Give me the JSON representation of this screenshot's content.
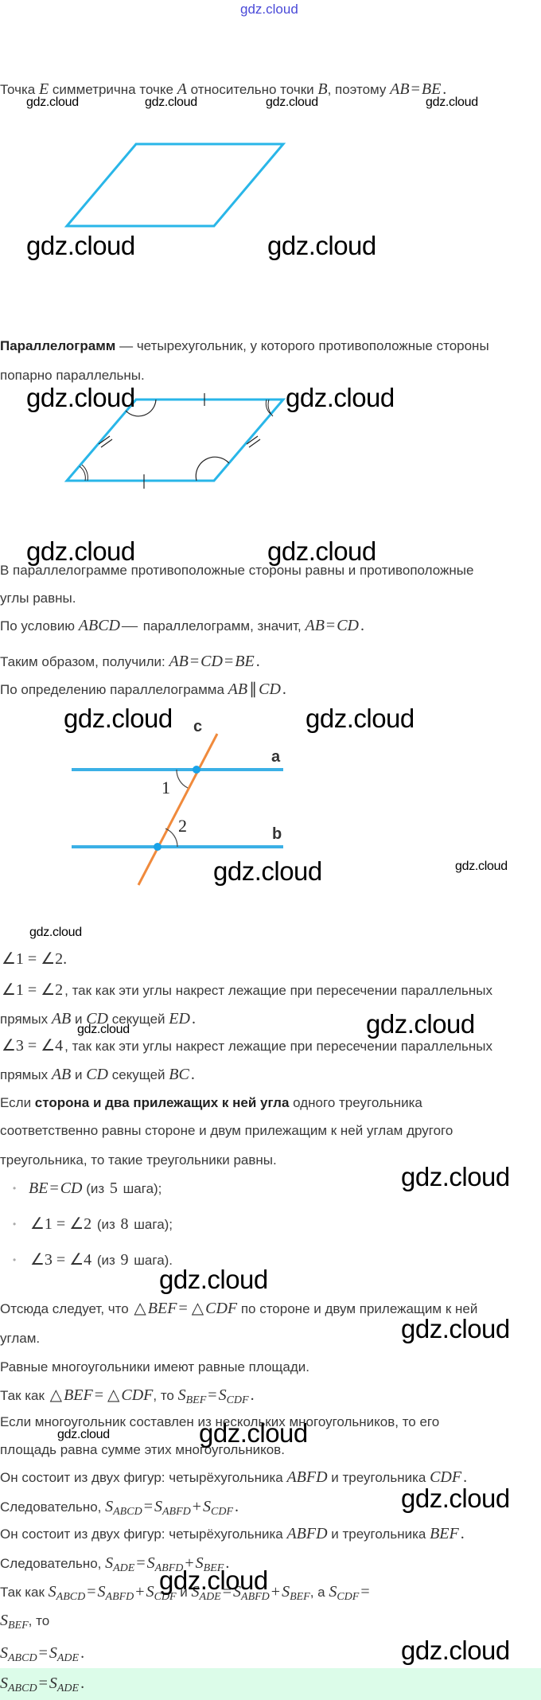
{
  "header": {
    "watermark_link": "gdz.cloud"
  },
  "watermark_text": "gdz.cloud",
  "colors": {
    "figure": "#29b6e8",
    "secant": "#f08a3c",
    "highlight": "#dcfce9"
  },
  "diagram_parallel_lines": {
    "label_c": "c",
    "label_a": "a",
    "label_b": "b",
    "angle_1": "1",
    "angle_2": "2"
  },
  "lines": [
    [
      [
        "t",
        "Точка "
      ],
      [
        "m",
        "E"
      ],
      [
        "t",
        " симметрична точке "
      ],
      [
        "m",
        "A"
      ],
      [
        "t",
        " относительно точки "
      ],
      [
        "m",
        "B"
      ],
      [
        "t",
        ", поэтому "
      ],
      [
        "m",
        "AB"
      ],
      [
        "o",
        "="
      ],
      [
        "m",
        "BE"
      ],
      [
        "o",
        "."
      ]
    ],
    [
      [
        "b",
        "Параллелограмм"
      ],
      [
        "t",
        " — четырехугольник, у которого противоположные стороны"
      ]
    ],
    [
      [
        "t",
        "попарно параллельны."
      ]
    ],
    [
      [
        "t",
        "В параллелограмме противоположные стороны равны и противоположные"
      ]
    ],
    [
      [
        "t",
        "углы равны."
      ]
    ],
    [
      [
        "t",
        "По условию "
      ],
      [
        "m",
        "ABCD"
      ],
      [
        "o",
        "—"
      ],
      [
        "t",
        " параллелограмм, значит, "
      ],
      [
        "m",
        "AB"
      ],
      [
        "o",
        "="
      ],
      [
        "m",
        "CD"
      ],
      [
        "o",
        "."
      ]
    ],
    [
      [
        "t",
        "Таким образом, получили: "
      ],
      [
        "m",
        "AB"
      ],
      [
        "o",
        "="
      ],
      [
        "m",
        "CD"
      ],
      [
        "o",
        "="
      ],
      [
        "m",
        "BE"
      ],
      [
        "o",
        "."
      ]
    ],
    [
      [
        "t",
        "По определению параллелограмма "
      ],
      [
        "m",
        "AB"
      ],
      [
        "o",
        "∥"
      ],
      [
        "m",
        "CD"
      ],
      [
        "o",
        "."
      ]
    ],
    [
      [
        "o",
        "∠1 = ∠2."
      ]
    ],
    [
      [
        "o",
        "∠1 = ∠2"
      ],
      [
        "t",
        ", так как эти углы накрест лежащие при пересечении параллельных"
      ]
    ],
    [
      [
        "t",
        "прямых "
      ],
      [
        "m",
        "AB"
      ],
      [
        "t",
        " и "
      ],
      [
        "m",
        "CD"
      ],
      [
        "t",
        " секущей "
      ],
      [
        "m",
        "ED"
      ],
      [
        "o",
        "."
      ]
    ],
    [
      [
        "o",
        "∠3 = ∠4"
      ],
      [
        "t",
        ", так как эти углы накрест лежащие при пересечении параллельных"
      ]
    ],
    [
      [
        "t",
        "прямых "
      ],
      [
        "m",
        "AB"
      ],
      [
        "t",
        " и "
      ],
      [
        "m",
        "CD"
      ],
      [
        "t",
        " секущей "
      ],
      [
        "m",
        "BC"
      ],
      [
        "o",
        "."
      ]
    ],
    [
      [
        "t",
        "Если "
      ],
      [
        "b",
        "сторона и два прилежащих к ней угла"
      ],
      [
        "t",
        " одного треугольника"
      ]
    ],
    [
      [
        "t",
        "соответственно равны стороне и двум прилежащим к ней углам другого"
      ]
    ],
    [
      [
        "t",
        "треугольника, то такие треугольники равны."
      ]
    ],
    [
      [
        "m",
        "BE"
      ],
      [
        "o",
        "="
      ],
      [
        "m",
        "CD"
      ],
      [
        "t",
        " (из "
      ],
      [
        "o",
        "5"
      ],
      [
        "t",
        " шага);"
      ]
    ],
    [
      [
        "o",
        "∠1 = ∠2"
      ],
      [
        "t",
        " (из "
      ],
      [
        "o",
        "8"
      ],
      [
        "t",
        " шага);"
      ]
    ],
    [
      [
        "o",
        "∠3 = ∠4"
      ],
      [
        "t",
        " (из "
      ],
      [
        "o",
        "9"
      ],
      [
        "t",
        " шага)."
      ]
    ],
    [
      [
        "t",
        "Отсюда следует, что "
      ],
      [
        "o",
        "△"
      ],
      [
        "m",
        "BEF"
      ],
      [
        "o",
        "= △"
      ],
      [
        "m",
        "CDF"
      ],
      [
        "t",
        " по стороне и двум прилежащим к ней"
      ]
    ],
    [
      [
        "t",
        "углам."
      ]
    ],
    [
      [
        "t",
        "Равные многоугольники имеют равные площади."
      ]
    ],
    [
      [
        "t",
        "Так как "
      ],
      [
        "o",
        "△"
      ],
      [
        "m",
        "BEF"
      ],
      [
        "o",
        "= △"
      ],
      [
        "m",
        "CDF"
      ],
      [
        "t",
        ", то "
      ],
      [
        "m",
        "S"
      ],
      [
        "s",
        "BEF"
      ],
      [
        "o",
        "="
      ],
      [
        "m",
        "S"
      ],
      [
        "s",
        "CDF"
      ],
      [
        "o",
        "."
      ]
    ],
    [
      [
        "t",
        "Если многоугольник составлен из нескольких многоугольников, то его"
      ]
    ],
    [
      [
        "t",
        "площадь равна сумме этих многоугольников."
      ]
    ],
    [
      [
        "t",
        "Он состоит из двух фигур: четырёхугольника "
      ],
      [
        "m",
        "ABFD"
      ],
      [
        "t",
        " и треугольника "
      ],
      [
        "m",
        "CDF"
      ],
      [
        "o",
        "."
      ]
    ],
    [
      [
        "t",
        "Следовательно, "
      ],
      [
        "m",
        "S"
      ],
      [
        "s",
        "ABCD"
      ],
      [
        "o",
        "="
      ],
      [
        "m",
        "S"
      ],
      [
        "s",
        "ABFD"
      ],
      [
        "o",
        "+"
      ],
      [
        "m",
        "S"
      ],
      [
        "s",
        "CDF"
      ],
      [
        "o",
        "."
      ]
    ],
    [
      [
        "t",
        "Он состоит из двух фигур: четырёхугольника "
      ],
      [
        "m",
        "ABFD"
      ],
      [
        "t",
        " и треугольника "
      ],
      [
        "m",
        "BEF"
      ],
      [
        "o",
        "."
      ]
    ],
    [
      [
        "t",
        "Следовательно, "
      ],
      [
        "m",
        "S"
      ],
      [
        "s",
        "ADE"
      ],
      [
        "o",
        "="
      ],
      [
        "m",
        "S"
      ],
      [
        "s",
        "ABFD"
      ],
      [
        "o",
        "+"
      ],
      [
        "m",
        "S"
      ],
      [
        "s",
        "BEF"
      ],
      [
        "o",
        "."
      ]
    ],
    [
      [
        "t",
        "Так как "
      ],
      [
        "m",
        "S"
      ],
      [
        "s",
        "ABCD"
      ],
      [
        "o",
        "="
      ],
      [
        "m",
        "S"
      ],
      [
        "s",
        "ABFD"
      ],
      [
        "o",
        "+"
      ],
      [
        "m",
        "S"
      ],
      [
        "s",
        "CDF"
      ],
      [
        "t",
        " и "
      ],
      [
        "m",
        "S"
      ],
      [
        "s",
        "ADE"
      ],
      [
        "o",
        "="
      ],
      [
        "m",
        "S"
      ],
      [
        "s",
        "ABFD"
      ],
      [
        "o",
        "+"
      ],
      [
        "m",
        "S"
      ],
      [
        "s",
        "BEF"
      ],
      [
        "t",
        ", а "
      ],
      [
        "m",
        "S"
      ],
      [
        "s",
        "CDF"
      ],
      [
        "o",
        "="
      ]
    ],
    [
      [
        "m",
        "S"
      ],
      [
        "s",
        "BEF"
      ],
      [
        "t",
        ", то"
      ]
    ],
    [
      [
        "m",
        "S"
      ],
      [
        "s",
        "ABCD"
      ],
      [
        "o",
        "="
      ],
      [
        "m",
        "S"
      ],
      [
        "s",
        "ADE"
      ],
      [
        "o",
        "."
      ]
    ],
    [
      [
        "m",
        "S"
      ],
      [
        "s",
        "ABCD"
      ],
      [
        "o",
        "="
      ],
      [
        "m",
        "S"
      ],
      [
        "s",
        "ADE"
      ],
      [
        "o",
        "."
      ]
    ]
  ]
}
